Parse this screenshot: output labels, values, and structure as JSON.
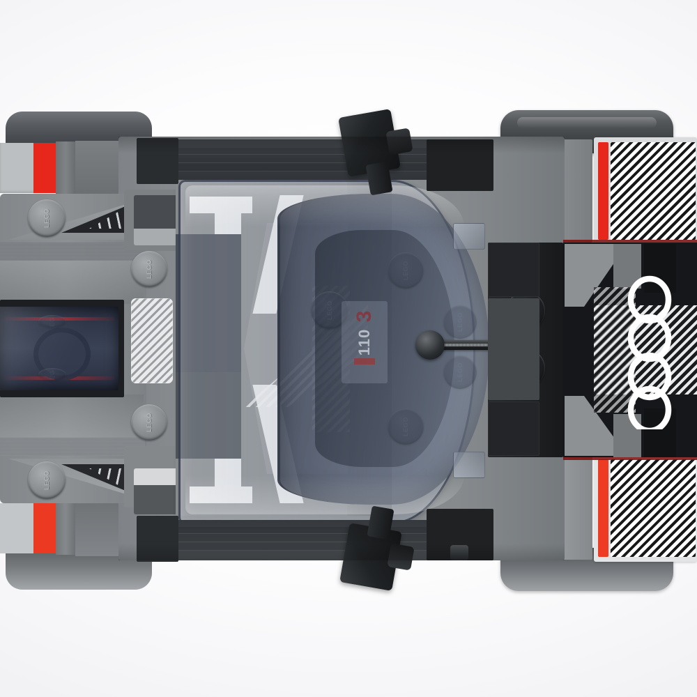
{
  "scene": {
    "subject": "LEGO Speed Champions Audi race car",
    "view": "top-down",
    "background_color": "#ffffff",
    "shadow_color": "#7c8086"
  },
  "brand": {
    "stud_text": "LEGO",
    "logo_name": "audi-four-rings",
    "logo_color": "#ffffff",
    "ring_count": 4
  },
  "livery": {
    "body_grey": "#878b8e",
    "body_dark_grey": "#5c6063",
    "body_light_grey": "#b9bcbe",
    "accent_red": "#e8271c",
    "black": "#1a1c1e",
    "white": "#f2f3f4",
    "glass_navy": "#39404f",
    "glass_trans": "#8e97a6"
  },
  "markings": {
    "race_number": "3",
    "car_code": "110",
    "hood_graphic": "geometric-stripe-hatch",
    "rear_graphic": "diagonal-hatch-panel"
  },
  "parts": {
    "front_wheel_label": "front-wheel",
    "rear_wheel_label": "rear-wheel",
    "mirror_label": "side-mirror",
    "windscreen_label": "windscreen",
    "headlight_label": "headlight",
    "steering_label": "steering-axle",
    "rear_wing_label": "rear-deck",
    "spoiler_label": "front-splitter"
  },
  "studs": {
    "front_left": "LEGO",
    "front_mid": "LEGO",
    "cockpit_a": "LEGO",
    "cockpit_b": "LEGO",
    "rear_a": "LEGO",
    "rear_b": "LEGO",
    "rear_c": "LEGO",
    "rear_d": "LEGO"
  }
}
